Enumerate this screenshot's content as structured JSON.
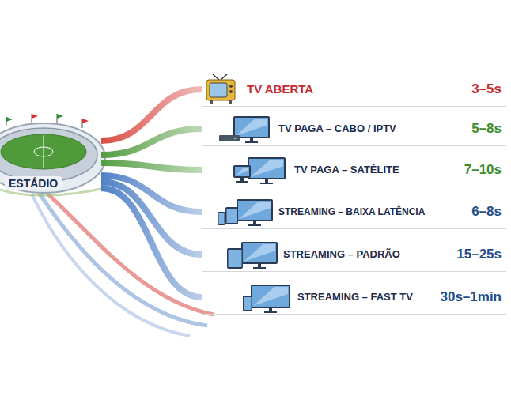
{
  "diagram": {
    "nodes": [
      {
        "text": [
          "ESTÁDIO"
        ]
      },
      {
        "text": [
          "TV ABERTA",
          "3–5s"
        ]
      },
      {
        "text": [
          "TV PAGA – CABO / IPTV",
          "5–8s"
        ]
      },
      {
        "text": [
          "TV PAGA – SATÉLITE",
          "7–10s"
        ]
      },
      {
        "text": [
          "STREAMING – BAIXA LATÊNCIA",
          "6–8s"
        ]
      },
      {
        "text": [
          "STREAMING – PADRÃO",
          "15–25s"
        ]
      },
      {
        "text": [
          "STREAMING – FAST TV",
          "30s–1min"
        ]
      }
    ],
    "edges": [
      {
        "from": 0,
        "to": 1,
        "arrow": "none"
      },
      {
        "from": 0,
        "to": 2,
        "arrow": "none"
      },
      {
        "from": 0,
        "to": 3,
        "arrow": "none"
      },
      {
        "from": 0,
        "to": 4,
        "arrow": "none"
      },
      {
        "from": 0,
        "to": 5,
        "arrow": "none"
      },
      {
        "from": 0,
        "to": 6,
        "arrow": "none"
      }
    ]
  }
}
